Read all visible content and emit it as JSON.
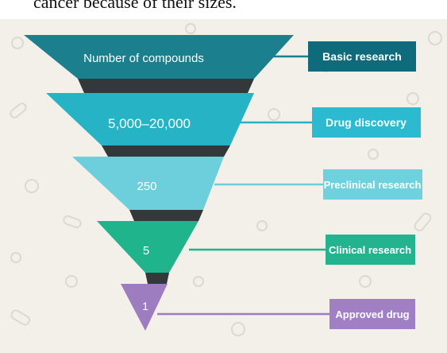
{
  "header": {
    "partial_text": "cancer because of their sizes."
  },
  "funnel": {
    "stages": [
      {
        "value": "Number of compounds",
        "stage": "Basic research",
        "color": "#1b7f8e",
        "tag_color": "#0f6b7b"
      },
      {
        "value": "5,000–20,000",
        "stage": "Drug discovery",
        "color": "#27b3c6",
        "tag_color": "#2bbad0"
      },
      {
        "value": "250",
        "stage": "Preclinical research",
        "color": "#6dcfdc",
        "tag_color": "#6fd1dd"
      },
      {
        "value": "5",
        "stage": "Clinical research",
        "color": "#20b48c",
        "tag_color": "#23b48f"
      },
      {
        "value": "1",
        "stage": "Approved drug",
        "color": "#9d7cc0",
        "tag_color": "#a07fc4"
      }
    ]
  }
}
